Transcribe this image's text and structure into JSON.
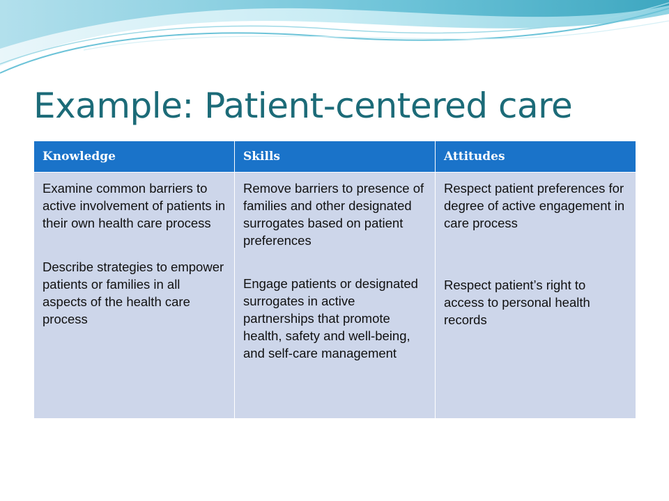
{
  "colors": {
    "title": "#1c6b78",
    "header_bg": "#1a73c9",
    "cell_bg": "#cdd6ea",
    "wave_light": "#bfe6ef",
    "wave_mid": "#7fcbdc",
    "wave_dark": "#2f9fba"
  },
  "title": "Example: Patient-centered care",
  "table": {
    "headers": [
      "Knowledge",
      "Skills",
      "Attitudes"
    ],
    "columns": [
      [
        "Examine common barriers to active involvement of patients in their own health care process",
        "Describe strategies to empower patients or families in all aspects of the health care process"
      ],
      [
        "Remove barriers to presence of families and other designated surrogates based on patient preferences",
        "Engage patients or designated surrogates in active partnerships that promote health, safety and well-being, and self-care management"
      ],
      [
        "Respect patient preferences for degree of active engagement in care process",
        "Respect patient’s right to access to personal health records"
      ]
    ]
  }
}
